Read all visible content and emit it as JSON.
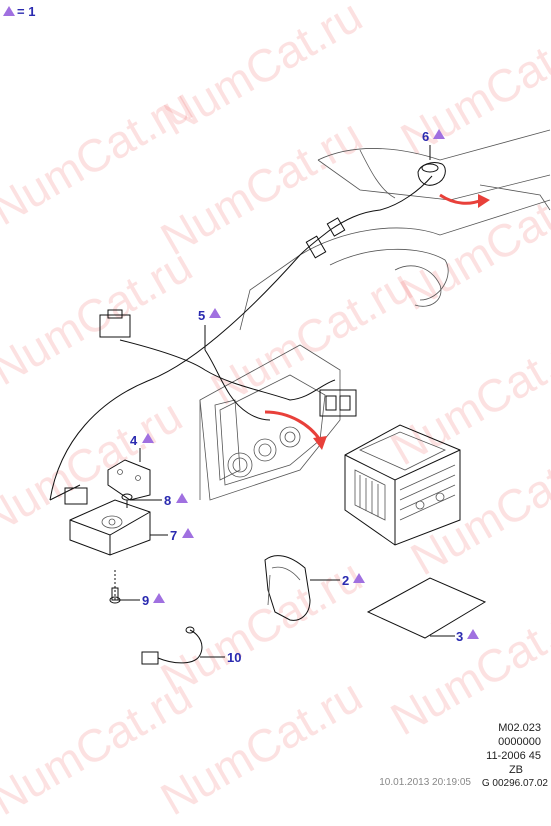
{
  "legend": {
    "symbol": "triangle",
    "text": "= 1"
  },
  "watermark": "NumCat.ru",
  "callouts": [
    {
      "id": "c1",
      "label": "2"
    },
    {
      "id": "c2",
      "label": "3"
    },
    {
      "id": "c3",
      "label": "4"
    },
    {
      "id": "c4",
      "label": "5"
    },
    {
      "id": "c5",
      "label": "6"
    },
    {
      "id": "c6",
      "label": "7"
    },
    {
      "id": "c7",
      "label": "8"
    },
    {
      "id": "c8",
      "label": "9"
    },
    {
      "id": "c9",
      "label": "10"
    }
  ],
  "reference": {
    "code": "M02.023",
    "num": "0000000",
    "date": "11-2006 45",
    "zb": "ZB",
    "footer": "10.01.2013 20:19:05",
    "image_id": "G 00296.07.02"
  },
  "colors": {
    "callout_text": "#2a2ab0",
    "triangle": "#a070e0",
    "arrow": "#e8403a",
    "watermark": "#f07878"
  }
}
